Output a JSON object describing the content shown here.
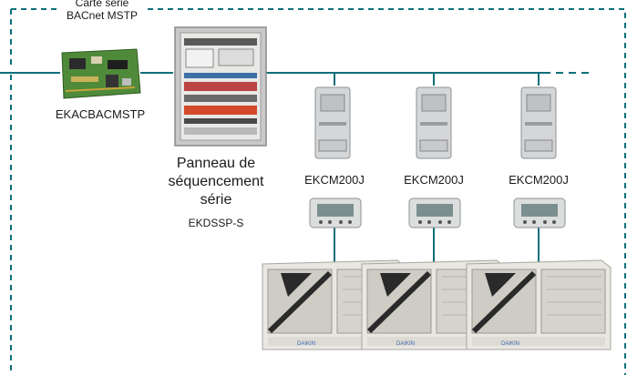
{
  "serial_card": {
    "caption_line1": "Carte série",
    "caption_line2": "BACnet MSTP",
    "model": "EKACBACMSTP"
  },
  "sequencing_panel": {
    "title_line1": "Panneau de",
    "title_line2": "séquencement",
    "title_line3": "série",
    "model": "EKDSSP-S"
  },
  "chiller_units": [
    {
      "controller_label": "EKCM200J",
      "brand": "DAIKIN"
    },
    {
      "controller_label": "EKCM200J",
      "brand": "DAIKIN"
    },
    {
      "controller_label": "EKCM200J",
      "brand": "DAIKIN"
    }
  ],
  "colors": {
    "bus_line": "#0e6f7a",
    "dashed_border": "#0e6f7a"
  }
}
